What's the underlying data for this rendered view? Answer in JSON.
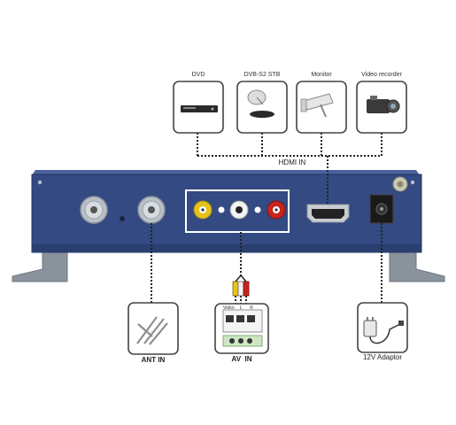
{
  "top_devices": [
    {
      "id": "dvd",
      "label": "DVD",
      "icon": "dvd-player-icon"
    },
    {
      "id": "dvb",
      "label": "DVB-S2 STB",
      "icon": "satellite-dish-icon"
    },
    {
      "id": "monitor",
      "label": "Monitor",
      "icon": "security-camera-icon"
    },
    {
      "id": "recorder",
      "label": "Video recorder",
      "icon": "camcorder-icon"
    }
  ],
  "hdmi_label": "HDMI IN",
  "bottom_devices": [
    {
      "id": "ant",
      "label": "ANT IN",
      "icon": "antenna-icon"
    },
    {
      "id": "av",
      "label": "AV  IN",
      "icon": "av-input-icon"
    },
    {
      "id": "power",
      "label": "12V Adaptor",
      "icon": "power-adaptor-icon"
    }
  ],
  "av_mini_labels": {
    "video": "Video",
    "l": "L",
    "r": "R"
  },
  "colors": {
    "chassis": "#334a82",
    "chassis_dark": "#24375f",
    "rca_yellow": "#e6c21a",
    "rca_white": "#f2f2f2",
    "rca_red": "#c8241d",
    "feet": "#7f8894"
  }
}
